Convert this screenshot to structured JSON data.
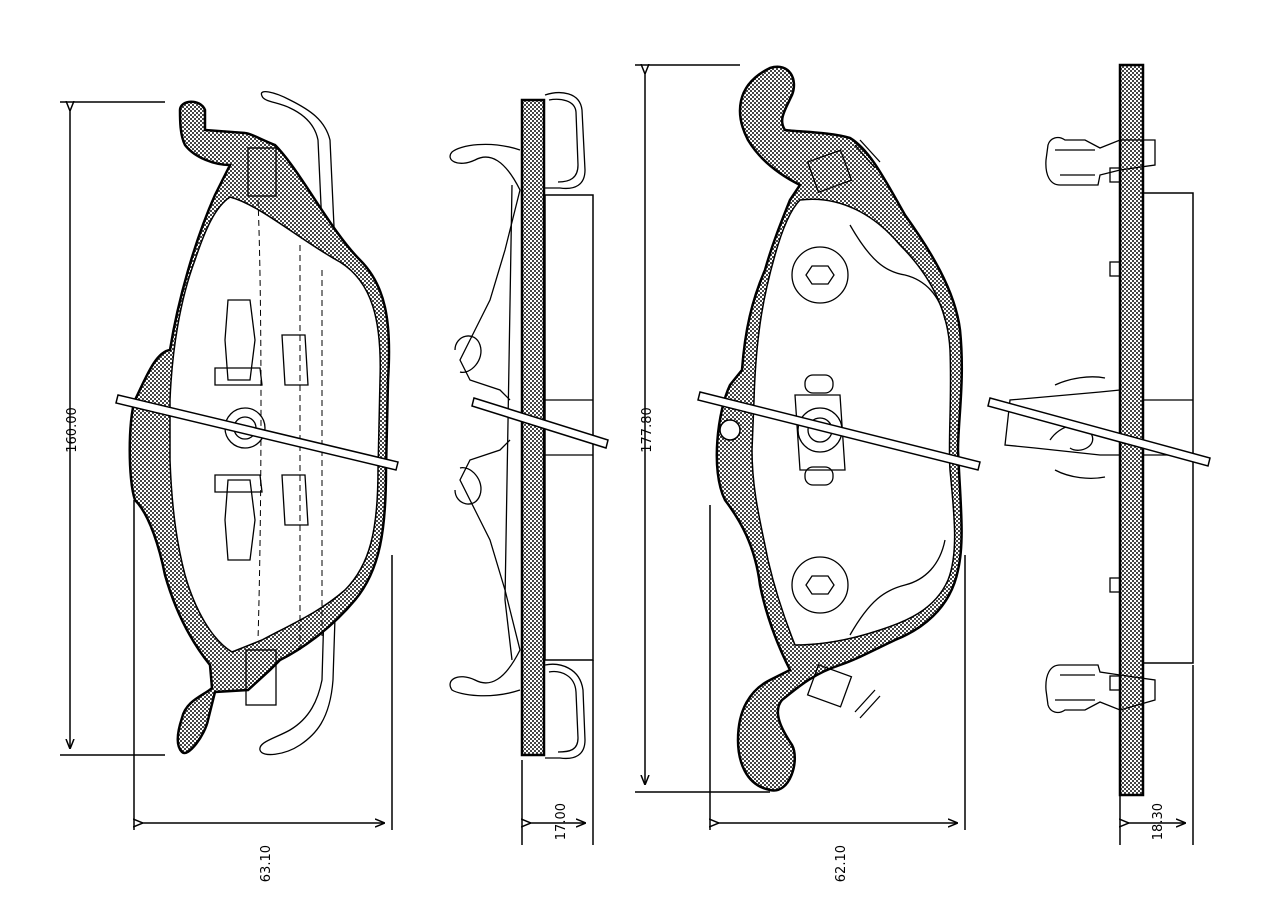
{
  "dimensions": {
    "pad1_height": "160.00",
    "pad1_width": "63.10",
    "pad1_thickness": "17.00",
    "pad2_height": "177.80",
    "pad2_width": "62.10",
    "pad2_thickness": "18.30"
  }
}
